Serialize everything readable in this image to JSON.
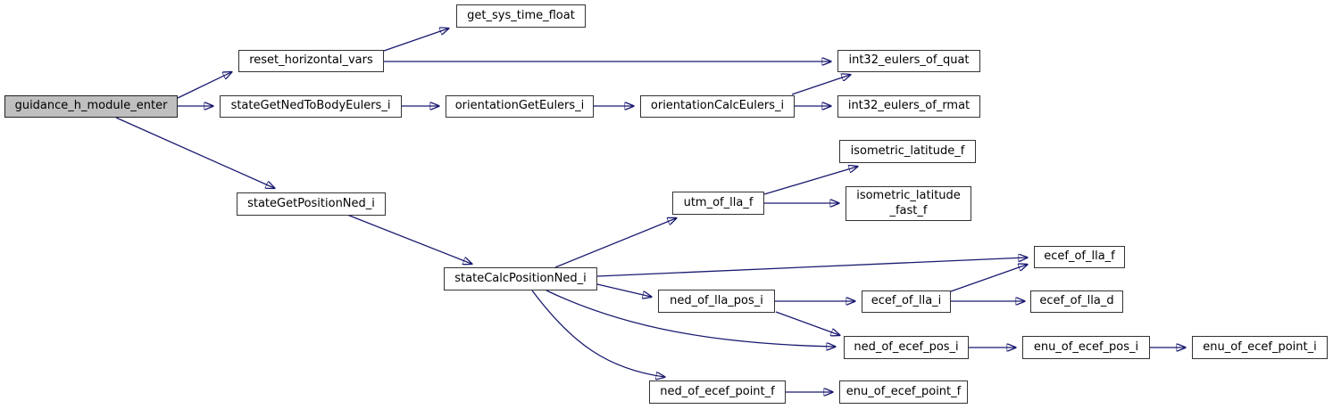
{
  "diagram": {
    "type": "call-graph",
    "root_function": "guidance_h_module_enter",
    "colors": {
      "edge": "#191970",
      "node_fill": "#ffffff",
      "node_border": "#333333",
      "root_node_fill": "#bfbfbf",
      "background": "#ffffff"
    },
    "nodes": [
      {
        "id": "guidance_h_module_enter",
        "label": "guidance_h_module_enter"
      },
      {
        "id": "reset_horizontal_vars",
        "label": "reset_horizontal_vars"
      },
      {
        "id": "get_sys_time_float",
        "label": "get_sys_time_float"
      },
      {
        "id": "stateGetNedToBodyEulers_i",
        "label": "stateGetNedToBodyEulers_i"
      },
      {
        "id": "orientationGetEulers_i",
        "label": "orientationGetEulers_i"
      },
      {
        "id": "orientationCalcEulers_i",
        "label": "orientationCalcEulers_i"
      },
      {
        "id": "int32_eulers_of_quat",
        "label": "int32_eulers_of_quat"
      },
      {
        "id": "int32_eulers_of_rmat",
        "label": "int32_eulers_of_rmat"
      },
      {
        "id": "stateGetPositionNed_i",
        "label": "stateGetPositionNed_i"
      },
      {
        "id": "stateCalcPositionNed_i",
        "label": "stateCalcPositionNed_i"
      },
      {
        "id": "utm_of_lla_f",
        "label": "utm_of_lla_f"
      },
      {
        "id": "isometric_latitude_f",
        "label": "isometric_latitude_f"
      },
      {
        "id": "isometric_latitude_fast_f",
        "label": "isometric_latitude\n_fast_f"
      },
      {
        "id": "ecef_of_lla_f",
        "label": "ecef_of_lla_f"
      },
      {
        "id": "ned_of_lla_pos_i",
        "label": "ned_of_lla_pos_i"
      },
      {
        "id": "ecef_of_lla_i",
        "label": "ecef_of_lla_i"
      },
      {
        "id": "ecef_of_lla_d",
        "label": "ecef_of_lla_d"
      },
      {
        "id": "ned_of_ecef_pos_i",
        "label": "ned_of_ecef_pos_i"
      },
      {
        "id": "enu_of_ecef_pos_i",
        "label": "enu_of_ecef_pos_i"
      },
      {
        "id": "enu_of_ecef_point_i",
        "label": "enu_of_ecef_point_i"
      },
      {
        "id": "ned_of_ecef_point_f",
        "label": "ned_of_ecef_point_f"
      },
      {
        "id": "enu_of_ecef_point_f",
        "label": "enu_of_ecef_point_f"
      }
    ],
    "edges": [
      {
        "from": "guidance_h_module_enter",
        "to": "reset_horizontal_vars"
      },
      {
        "from": "guidance_h_module_enter",
        "to": "stateGetNedToBodyEulers_i"
      },
      {
        "from": "guidance_h_module_enter",
        "to": "stateGetPositionNed_i"
      },
      {
        "from": "reset_horizontal_vars",
        "to": "get_sys_time_float"
      },
      {
        "from": "reset_horizontal_vars",
        "to": "int32_eulers_of_quat"
      },
      {
        "from": "stateGetNedToBodyEulers_i",
        "to": "orientationGetEulers_i"
      },
      {
        "from": "orientationGetEulers_i",
        "to": "orientationCalcEulers_i"
      },
      {
        "from": "orientationCalcEulers_i",
        "to": "int32_eulers_of_quat"
      },
      {
        "from": "orientationCalcEulers_i",
        "to": "int32_eulers_of_rmat"
      },
      {
        "from": "stateGetPositionNed_i",
        "to": "stateCalcPositionNed_i"
      },
      {
        "from": "stateCalcPositionNed_i",
        "to": "utm_of_lla_f"
      },
      {
        "from": "stateCalcPositionNed_i",
        "to": "ecef_of_lla_f"
      },
      {
        "from": "stateCalcPositionNed_i",
        "to": "ned_of_lla_pos_i"
      },
      {
        "from": "stateCalcPositionNed_i",
        "to": "ned_of_ecef_pos_i"
      },
      {
        "from": "stateCalcPositionNed_i",
        "to": "ned_of_ecef_point_f"
      },
      {
        "from": "utm_of_lla_f",
        "to": "isometric_latitude_f"
      },
      {
        "from": "utm_of_lla_f",
        "to": "isometric_latitude_fast_f"
      },
      {
        "from": "ned_of_lla_pos_i",
        "to": "ecef_of_lla_i"
      },
      {
        "from": "ned_of_lla_pos_i",
        "to": "ned_of_ecef_pos_i"
      },
      {
        "from": "ecef_of_lla_i",
        "to": "ecef_of_lla_f"
      },
      {
        "from": "ecef_of_lla_i",
        "to": "ecef_of_lla_d"
      },
      {
        "from": "ned_of_ecef_pos_i",
        "to": "enu_of_ecef_pos_i"
      },
      {
        "from": "enu_of_ecef_pos_i",
        "to": "enu_of_ecef_point_i"
      },
      {
        "from": "ned_of_ecef_point_f",
        "to": "enu_of_ecef_point_f"
      }
    ]
  }
}
